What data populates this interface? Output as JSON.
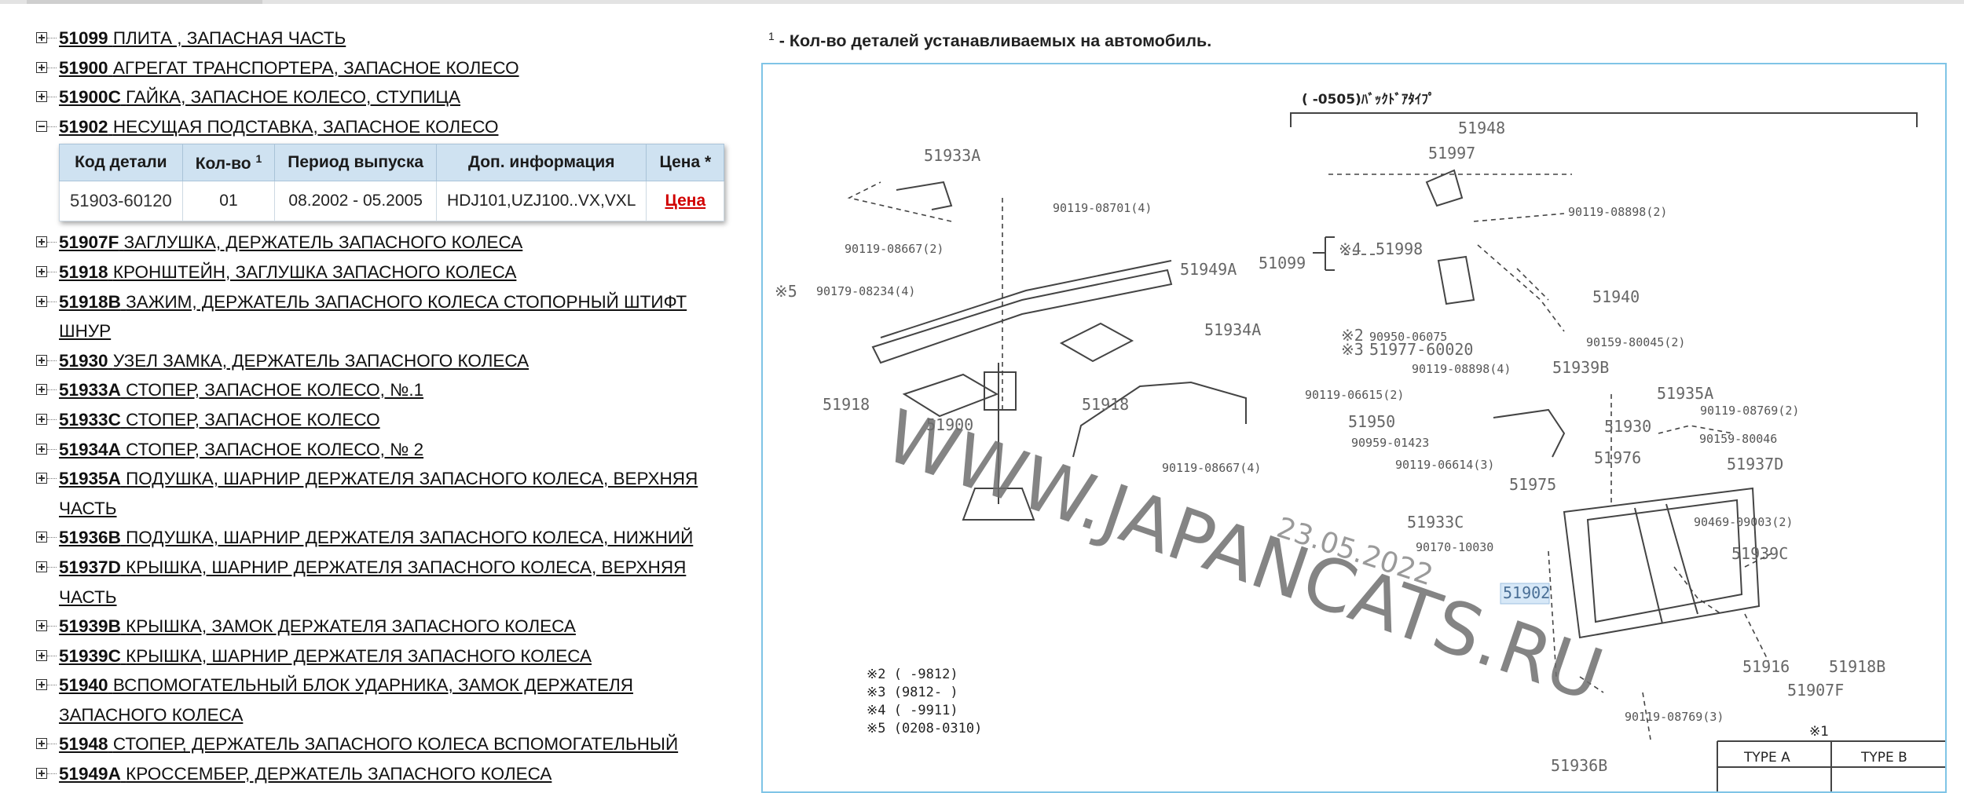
{
  "footnote": {
    "sup": "1",
    "text": "- Кол-во деталей устанавливаемых на автомобиль."
  },
  "table": {
    "headers": [
      "Код детали",
      "Кол-во",
      "Период выпуска",
      "Доп. информация",
      "Цена *"
    ],
    "qty_sup": "1",
    "row": {
      "code": "51903-60120",
      "qty": "01",
      "period": "08.2002 - 05.2005",
      "info": "HDJ101,UZJ100..VX,VXL",
      "price": "Цена"
    }
  },
  "items": [
    {
      "code": "51099",
      "name": "ПЛИТА , ЗАПАСНАЯ ЧАСТЬ",
      "expanded": false
    },
    {
      "code": "51900",
      "name": "АГРЕГАТ ТРАНСПОРТЕРА, ЗАПАСНОЕ КОЛЕСО",
      "expanded": false
    },
    {
      "code": "51900C",
      "name": "ГАЙКА, ЗАПАСНОЕ КОЛЕСО, СТУПИЦА",
      "expanded": false
    },
    {
      "code": "51902",
      "name": "НЕСУЩАЯ ПОДСТАВКА, ЗАПАСНОЕ КОЛЕСО",
      "expanded": true
    },
    {
      "code": "51907F",
      "name": "ЗАГЛУШКА, ДЕРЖАТЕЛЬ ЗАПАСНОГО КОЛЕСА",
      "expanded": false
    },
    {
      "code": "51918",
      "name": "КРОНШТЕЙН, ЗАГЛУШКА ЗАПАСНОГО КОЛЕСА",
      "expanded": false
    },
    {
      "code": "51918B",
      "name": "ЗАЖИМ, ДЕРЖАТЕЛЬ ЗАПАСНОГО КОЛЕСА СТОПОРНЫЙ ШТИФТ",
      "name2": "ШНУР",
      "expanded": false
    },
    {
      "code": "51930",
      "name": "УЗЕЛ ЗАМКА, ДЕРЖАТЕЛЬ ЗАПАСНОГО КОЛЕСА",
      "expanded": false
    },
    {
      "code": "51933A",
      "name": "СТОПЕР, ЗАПАСНОЕ КОЛЕСО, №.1",
      "expanded": false
    },
    {
      "code": "51933C",
      "name": "СТОПЕР, ЗАПАСНОЕ КОЛЕСО",
      "expanded": false
    },
    {
      "code": "51934A",
      "name": "СТОПЕР, ЗАПАСНОЕ КОЛЕСО, № 2",
      "expanded": false
    },
    {
      "code": "51935A",
      "name": "ПОДУШКА, ШАРНИР ДЕРЖАТЕЛЯ ЗАПАСНОГО КОЛЕСА, ВЕРХНЯЯ",
      "name2": "ЧАСТЬ",
      "expanded": false
    },
    {
      "code": "51936B",
      "name": "ПОДУШКА, ШАРНИР ДЕРЖАТЕЛЯ ЗАПАСНОГО КОЛЕСА, НИЖНИЙ",
      "expanded": false
    },
    {
      "code": "51937D",
      "name": "КРЫШКА, ШАРНИР ДЕРЖАТЕЛЯ ЗАПАСНОГО КОЛЕСА, ВЕРХНЯЯ",
      "name2": "ЧАСТЬ",
      "expanded": false
    },
    {
      "code": "51939B",
      "name": "КРЫШКА, ЗАМОК ДЕРЖАТЕЛЯ ЗАПАСНОГО КОЛЕСА",
      "expanded": false
    },
    {
      "code": "51939C",
      "name": "КРЫШКА, ШАРНИР ДЕРЖАТЕЛЯ ЗАПАСНОГО КОЛЕСА",
      "expanded": false
    },
    {
      "code": "51940",
      "name": "ВСПОМОГАТЕЛЬНЫЙ БЛОК УДАРНИКА, ЗАМОК ДЕРЖАТЕЛЯ",
      "name2": "ЗАПАСНОГО КОЛЕСА",
      "expanded": false
    },
    {
      "code": "51948",
      "name": "СТОПЕР, ДЕРЖАТЕЛЬ ЗАПАСНОГО КОЛЕСА ВСПОМОГАТЕЛЬНЫЙ",
      "expanded": false
    },
    {
      "code": "51949A",
      "name": "КРОССЕМБЕР, ДЕРЖАТЕЛЬ ЗАПАСНОГО КОЛЕСА",
      "expanded": false
    }
  ],
  "diagram": {
    "header": "(      -0505)ﾊﾞｯｸﾄﾞｱﾀｲﾌﾟ",
    "watermark": "WWW.JAPANCATS.RU",
    "date": "23.05.2022",
    "legend": [
      "※2  (      -9812)",
      "※3  (9812-      )",
      "※4  (      -9911)",
      "※5  (0208-0310)"
    ],
    "type_note": "※1",
    "type_headers": [
      "TYPE A",
      "TYPE B"
    ],
    "labels": [
      "51948",
      "51997",
      "51933A",
      "90119-08701(4)",
      "90119-08898(2)",
      "90119-08667(2)",
      "51099",
      "※4",
      "51998",
      "51949A",
      "※5",
      "90179-08234(4)",
      "51940",
      "51934A",
      "※2",
      "90950-06075",
      "※3",
      "51977-60020",
      "90159-80045(2)",
      "90119-08898(4)",
      "51939B",
      "51918",
      "51918",
      "90119-06615(2)",
      "51935A",
      "90119-08769(2)",
      "51950",
      "51930",
      "90159-80046",
      "51900",
      "90959-01423",
      "51976",
      "90119-06614(3)",
      "51937D",
      "90119-08667(4)",
      "51975",
      "51933C",
      "90469-09003(2)",
      "90170-10030",
      "51939C",
      "51902",
      "51916",
      "51918B",
      "51907F",
      "90119-08769(3)",
      "51936B"
    ]
  }
}
